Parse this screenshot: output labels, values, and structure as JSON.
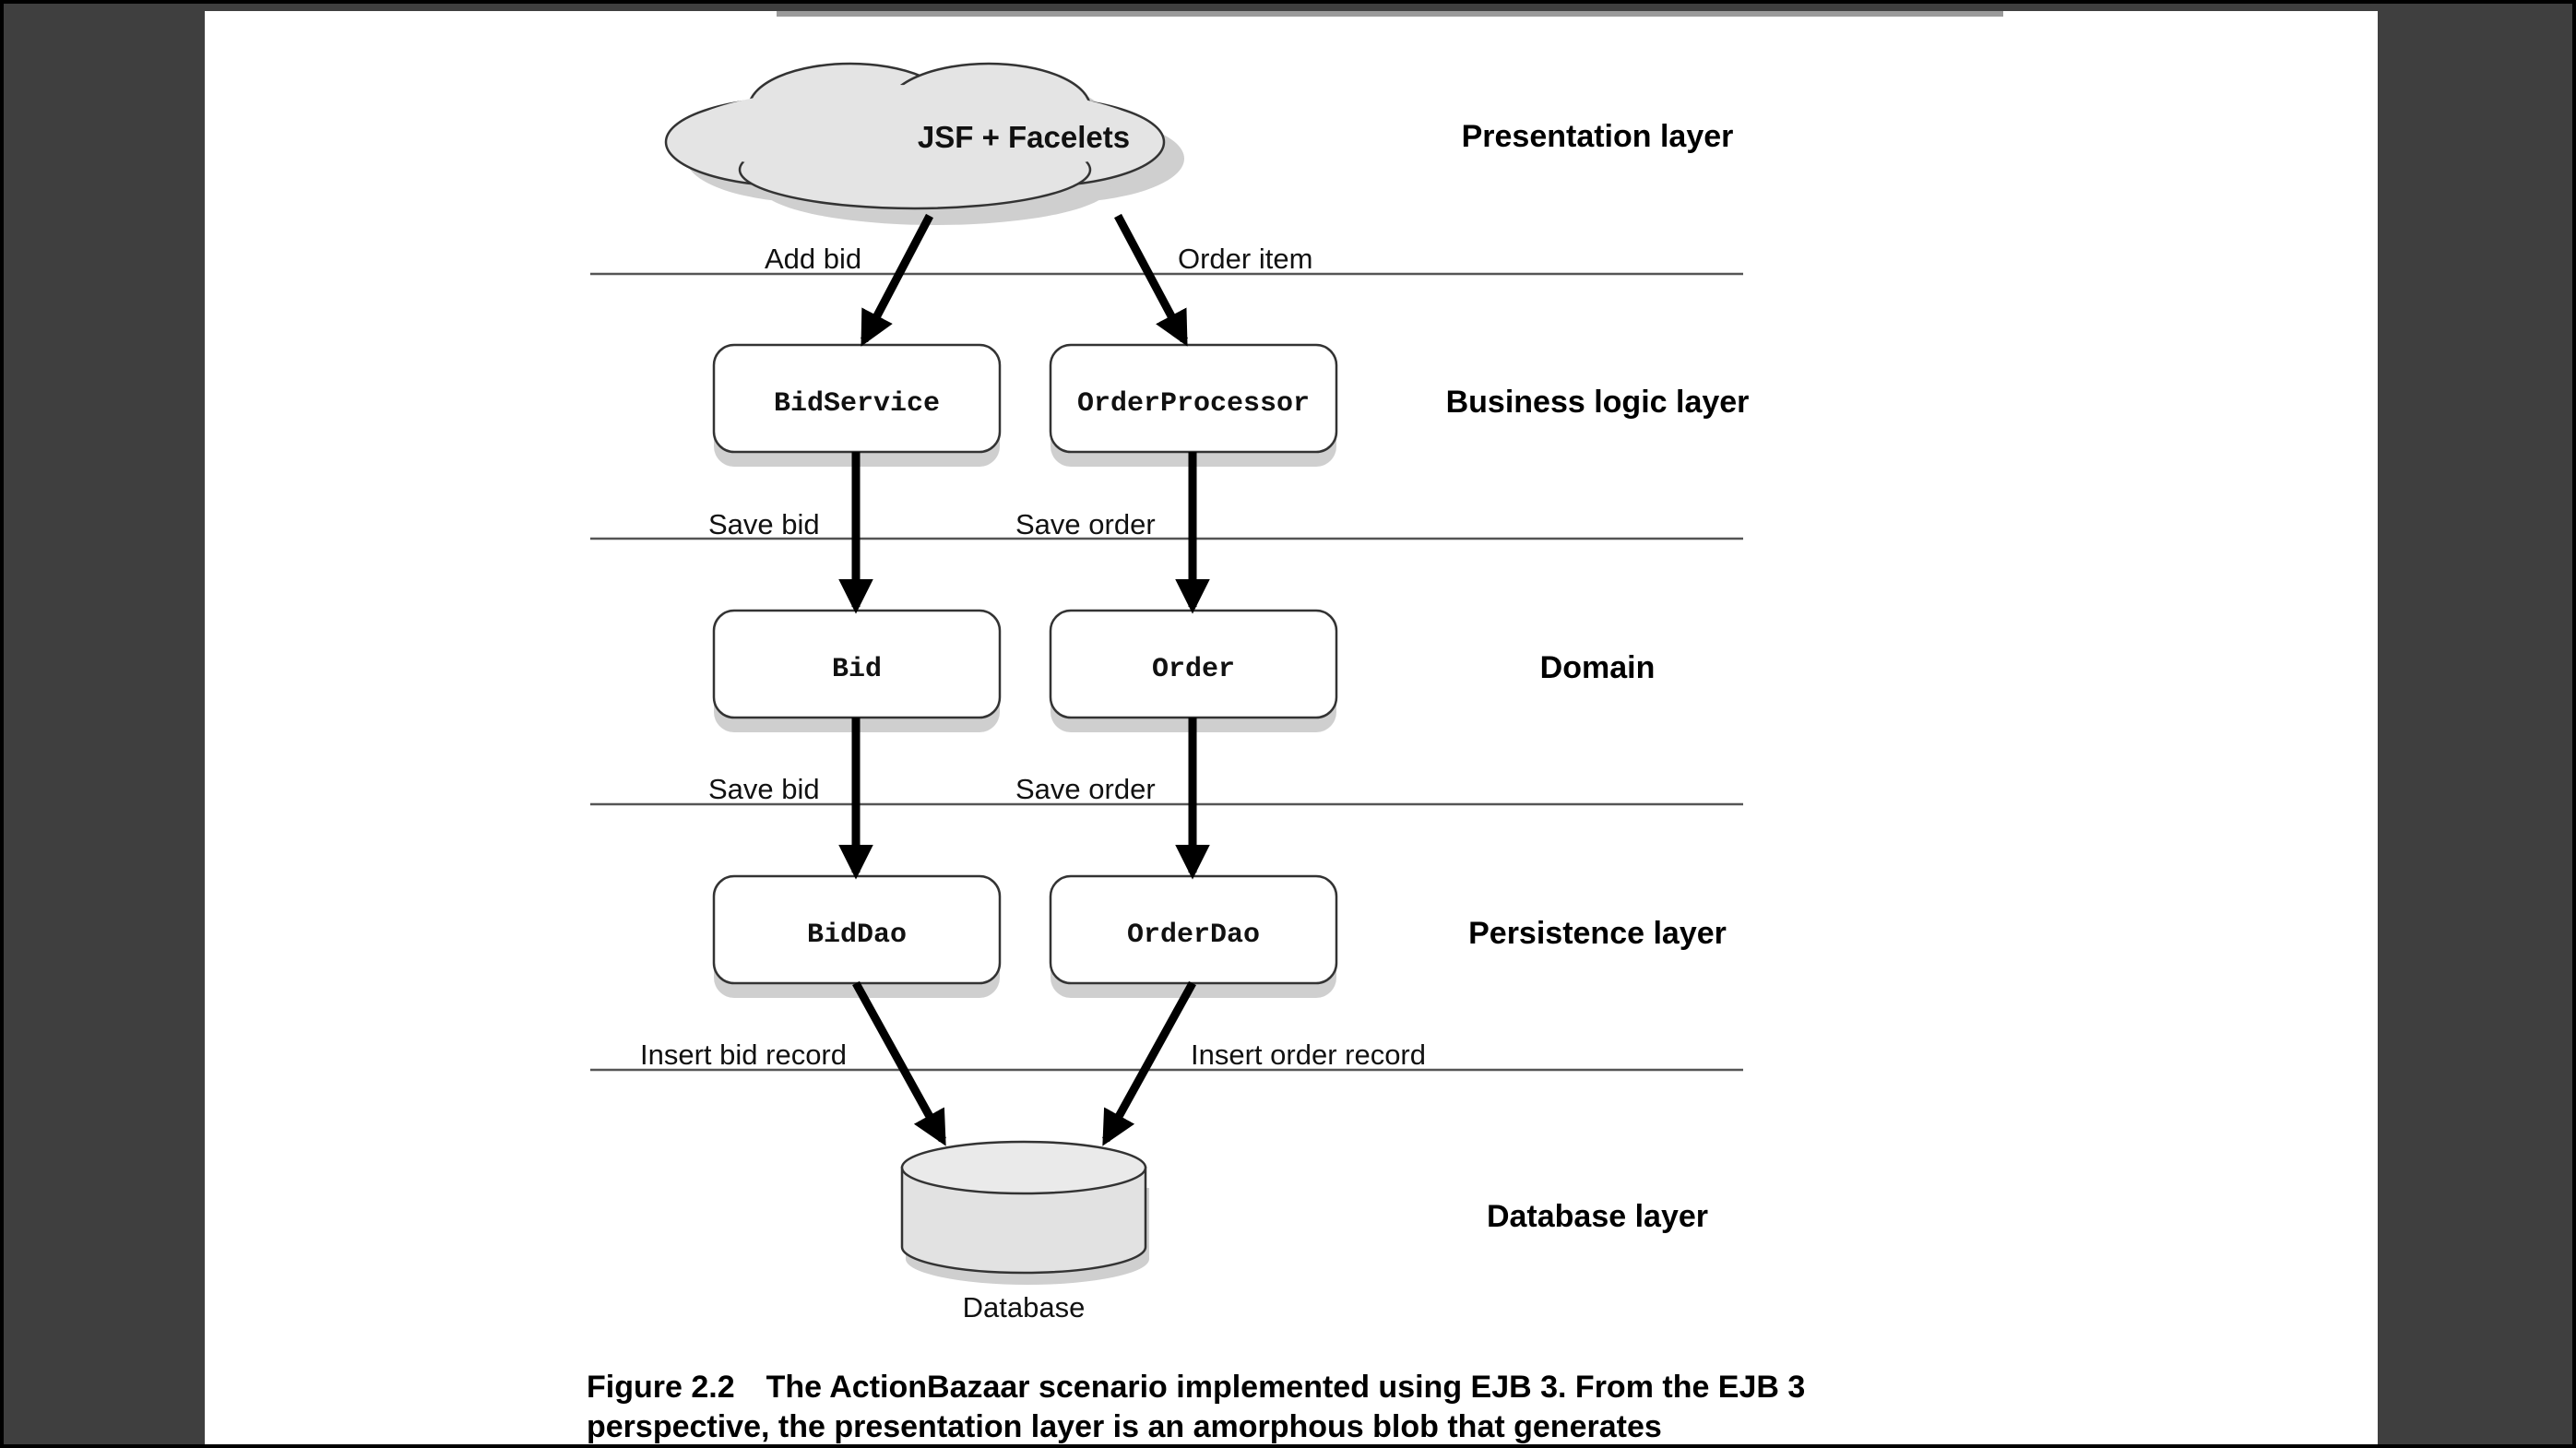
{
  "diagram": {
    "presentation_node": "JSF + Facelets",
    "layers": {
      "presentation": "Presentation layer",
      "business": "Business logic layer",
      "domain": "Domain",
      "persistence": "Persistence layer",
      "database": "Database layer"
    },
    "components": {
      "bid_service": "BidService",
      "order_processor": "OrderProcessor",
      "bid": "Bid",
      "order": "Order",
      "bid_dao": "BidDao",
      "order_dao": "OrderDao",
      "database": "Database"
    },
    "edges": {
      "add_bid": "Add bid",
      "order_item": "Order item",
      "save_bid_1": "Save bid",
      "save_order_1": "Save order",
      "save_bid_2": "Save bid",
      "save_order_2": "Save order",
      "insert_bid_record": "Insert bid record",
      "insert_order_record": "Insert order record"
    }
  },
  "caption": {
    "figure_label": "Figure 2.2",
    "line1": "The ActionBazaar scenario implemented using EJB 3. From the EJB 3",
    "line2": "perspective, the presentation layer is an amorphous blob that generates"
  },
  "colors": {
    "frame": "#3f3f3f",
    "box_fill": "#ffffff",
    "shadow": "#cfcfcf",
    "cloud_fill": "#e4e4e4",
    "db_fill": "#e2e2e2"
  }
}
